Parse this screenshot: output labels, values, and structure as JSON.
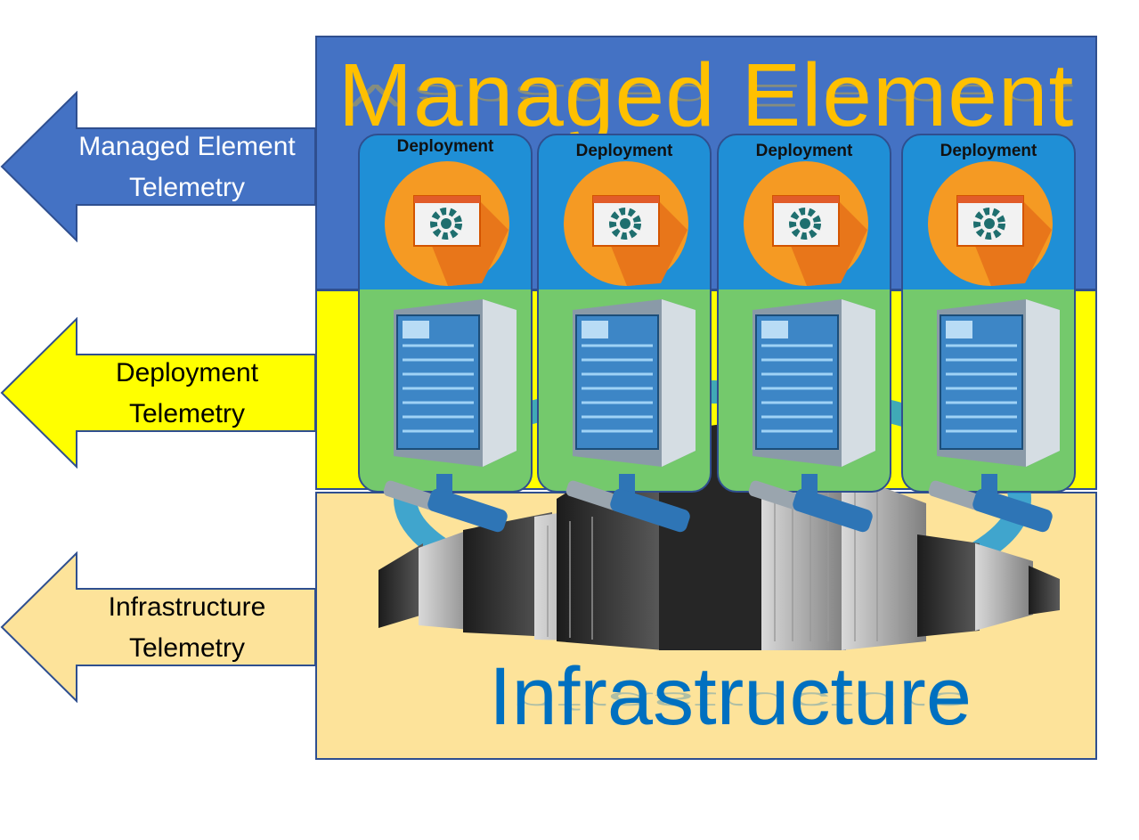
{
  "arrows": [
    {
      "id": "managed-element-telemetry",
      "line1": "Managed Element",
      "line2": "Telemetry",
      "fill": "#4472c4",
      "text_color": "#ffffff"
    },
    {
      "id": "deployment-telemetry",
      "line1": "Deployment",
      "line2": "Telemetry",
      "fill": "#ffff00",
      "text_color": "#000000"
    },
    {
      "id": "infrastructure-telemetry",
      "line1": "Infrastructure",
      "line2": "Telemetry",
      "fill": "#fde39a",
      "text_color": "#000000"
    }
  ],
  "layers": {
    "managed_element": {
      "title": "Managed Element",
      "color": "#4472c4",
      "title_color": "#ffc000"
    },
    "deployment": {
      "color": "#ffff00"
    },
    "infrastructure": {
      "title": "Infrastructure",
      "color": "#fde39a",
      "title_color": "#0070c0"
    }
  },
  "deployments": [
    {
      "label": "Deployment",
      "icon": "app-gear-icon"
    },
    {
      "label": "Deployment",
      "icon": "app-gear-icon"
    },
    {
      "label": "Deployment",
      "icon": "app-gear-icon"
    },
    {
      "label": "Deployment",
      "icon": "app-gear-icon"
    }
  ]
}
